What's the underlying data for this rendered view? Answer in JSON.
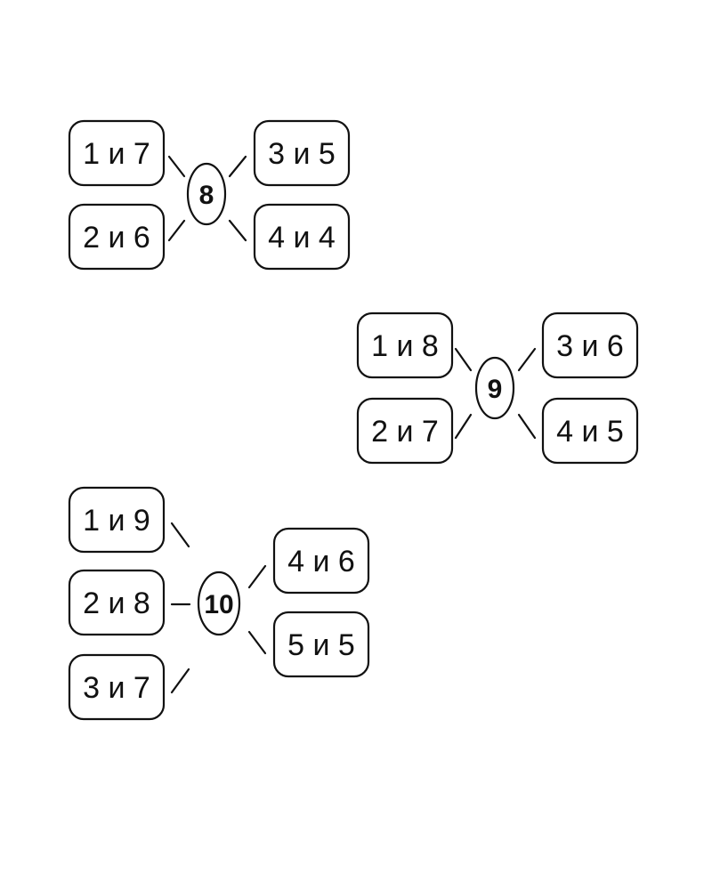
{
  "diagrams": [
    {
      "hub": "8",
      "pairs": [
        "1 и 7",
        "2 и 6",
        "3 и 5",
        "4 и 4"
      ]
    },
    {
      "hub": "9",
      "pairs": [
        "1 и 8",
        "2 и 7",
        "3 и 6",
        "4 и 5"
      ]
    },
    {
      "hub": "10",
      "pairs": [
        "1 и 9",
        "2 и 8",
        "3 и 7",
        "4 и 6",
        "5 и 5"
      ]
    }
  ]
}
